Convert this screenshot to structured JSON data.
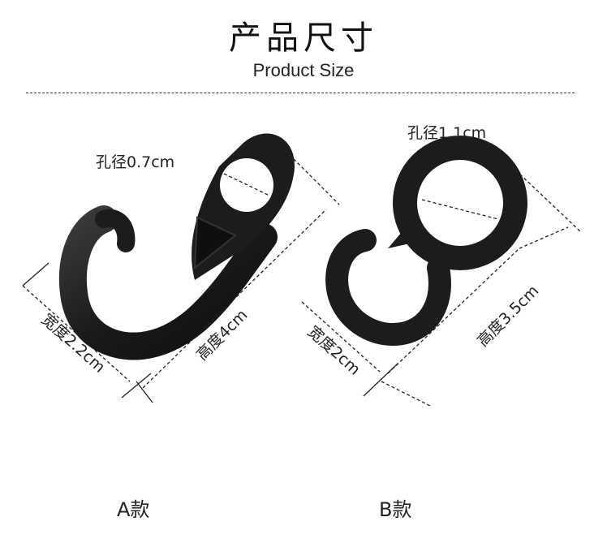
{
  "header": {
    "title_cn": "产品尺寸",
    "title_en": "Product Size"
  },
  "hook_a": {
    "label": "A款",
    "hole_diameter": "孔径0.7cm",
    "width": "宽度2.2cm",
    "height": "高度4cm"
  },
  "hook_b": {
    "label": "B款",
    "hole_diameter": "孔径1.1cm",
    "width": "宽度2cm",
    "height": "高度3.5cm"
  },
  "colors": {
    "hook": "#1c1c1c",
    "dimension_line": "#222222"
  }
}
